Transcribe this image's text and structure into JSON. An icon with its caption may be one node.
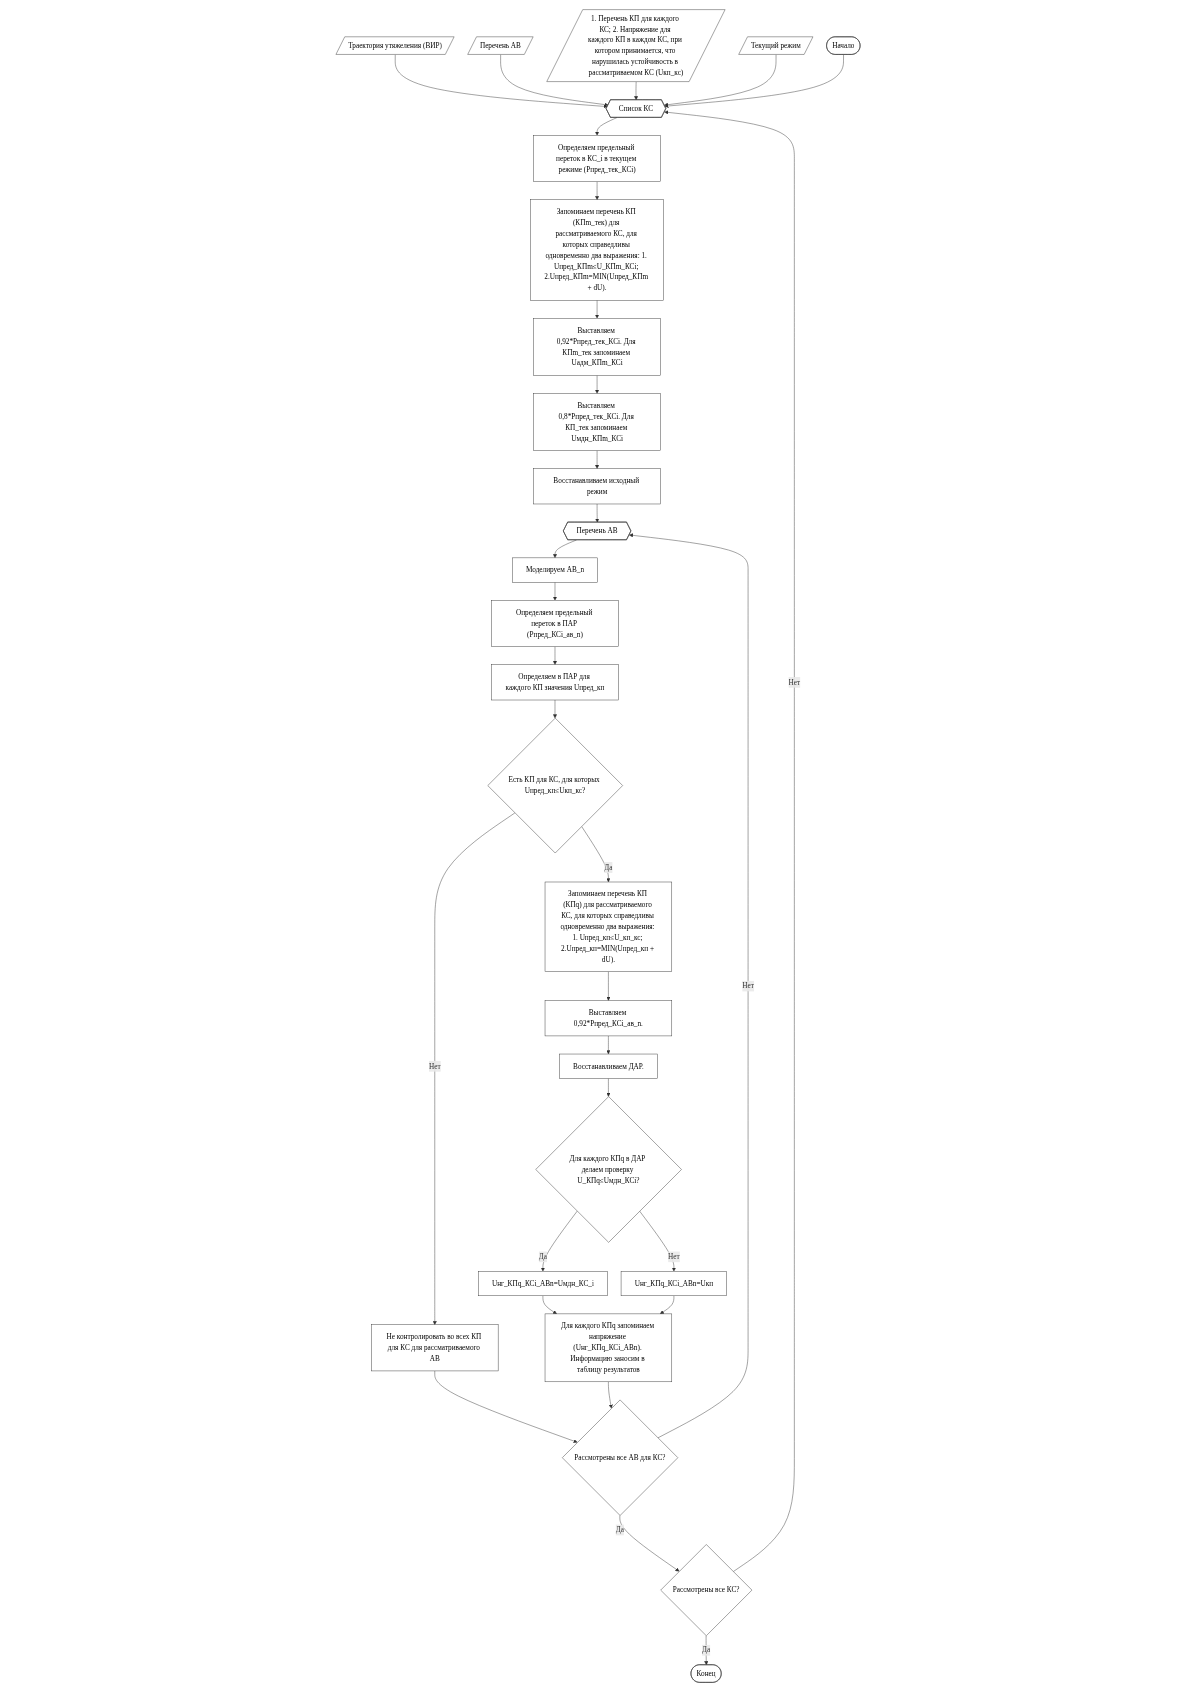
{
  "diagram": {
    "nodes": [
      {
        "text": [
          "Траектория утяжеления (ВИР)"
        ]
      },
      {
        "text": [
          "Перечень АВ"
        ]
      },
      {
        "text": [
          "1. Перечень КП для каждого КС; 2. Напряжение для каждого КП в каждом КС, при котором принимается, что нарушилась устойчивость в рассматриваемом КС (Uкп_кс)"
        ]
      },
      {
        "text": [
          "Текущий режим"
        ]
      },
      {
        "text": [
          "Начало"
        ]
      },
      {
        "text": [
          "Список КС"
        ]
      },
      {
        "text": [
          "Определяем предельный переток в КС_i в текущем режиме (Рпред_тек_КСi)"
        ]
      },
      {
        "text": [
          "Запоминаем перечень КП (КПm_тек) для рассматриваемого КС, для которых справедливы одновременно два выражения: 1. Uпред_КПm≤U_КПm_КСi; 2.Uпред_КПm=MIN(Uпред_КПm + dU)."
        ]
      },
      {
        "text": [
          "Выставляем 0,92*Рпред_тек_КСi. Для КПm_тек запоминаем Uадм_КПm_КСi"
        ]
      },
      {
        "text": [
          "Выставляем 0,8*Рпред_тек_КСi. Для КП_тек запоминаем Uмдн_КПm_КСi"
        ]
      },
      {
        "text": [
          "Восстанавливаем исходный режим"
        ]
      },
      {
        "text": [
          "Конец"
        ]
      },
      {
        "text": [
          "Рассмотрены все КС?"
        ]
      },
      {
        "text": [
          "Перечень АВ"
        ]
      },
      {
        "text": [
          "Моделируем АВ_n"
        ]
      },
      {
        "text": [
          "Определяем предельный переток в ПАР (Рпред_КСi_ав_n)"
        ]
      },
      {
        "text": [
          "Определяем в ПАР для каждого КП значения Uпред_кп"
        ]
      },
      {
        "text": [
          "Есть КП для КС, для которых Uпред_кп≤Uкп_кс?"
        ]
      },
      {
        "text": [
          "Не контролировать во всех КП для КС для рассматриваемого АВ"
        ]
      },
      {
        "text": [
          "Рассмотрены все АВ для КС?"
        ]
      },
      {
        "text": [
          "Запоминаем перечень КП (КПq) для рассматриваемого КС, для которых справедливы одновременно два выражения: 1. Uпред_кп≤U_кп_кс; 2.Uпред_кп=MIN(Uпред_кп + dU)."
        ]
      },
      {
        "text": [
          "Выставляем 0,92*Рпред_КСi_ав_n."
        ]
      },
      {
        "text": [
          "Восстанавливаем ДАР."
        ]
      },
      {
        "text": [
          "Для каждого КПq в ДАР делаем проверку U_КПq≤Uмдн_КСi?"
        ]
      },
      {
        "text": [
          "Uнг_КПq_КСi_АВn=Uмдн_КС_i"
        ]
      },
      {
        "text": [
          "Uнг_КПq_КСi_АВn=Uкп"
        ]
      },
      {
        "text": [
          "Для каждого КПq запоминаем напряжение (Uнг_КПq_КСi_АВn). Информацию заносим в таблицу результатов"
        ]
      }
    ],
    "edges": [
      {
        "from": 0,
        "to": 5,
        "arrow": "to"
      },
      {
        "from": 1,
        "to": 5,
        "arrow": "to"
      },
      {
        "from": 2,
        "to": 5,
        "arrow": "to"
      },
      {
        "from": 3,
        "to": 5,
        "arrow": "to"
      },
      {
        "from": 4,
        "to": 5,
        "arrow": "to"
      },
      {
        "from": 5,
        "to": 6,
        "arrow": "to"
      },
      {
        "from": 6,
        "to": 7,
        "arrow": "to"
      },
      {
        "from": 7,
        "to": 8,
        "arrow": "to"
      },
      {
        "from": 8,
        "to": 9,
        "arrow": "to"
      },
      {
        "from": 9,
        "to": 10,
        "arrow": "to"
      },
      {
        "from": 10,
        "to": 13,
        "arrow": "to"
      },
      {
        "from": 13,
        "to": 14,
        "arrow": "to"
      },
      {
        "from": 14,
        "to": 15,
        "arrow": "to"
      },
      {
        "from": 15,
        "to": 16,
        "arrow": "to"
      },
      {
        "from": 16,
        "to": 17,
        "arrow": "to"
      },
      {
        "from": 17,
        "to": 18,
        "arrow": "to",
        "label": "Нет"
      },
      {
        "from": 17,
        "to": 20,
        "arrow": "to",
        "label": "Да"
      },
      {
        "from": 18,
        "to": 19,
        "arrow": "to"
      },
      {
        "from": 19,
        "to": 13,
        "arrow": "to",
        "label": "Нет"
      },
      {
        "from": 19,
        "to": 12,
        "arrow": "to",
        "label": "Да"
      },
      {
        "from": 12,
        "to": 5,
        "arrow": "to",
        "label": "Нет"
      },
      {
        "from": 12,
        "to": 11,
        "arrow": "to",
        "label": "Да"
      },
      {
        "from": 20,
        "to": 21,
        "arrow": "to"
      },
      {
        "from": 21,
        "to": 22,
        "arrow": "to"
      },
      {
        "from": 22,
        "to": 23,
        "arrow": "to"
      },
      {
        "from": 23,
        "to": 24,
        "arrow": "to",
        "label": "Да"
      },
      {
        "from": 23,
        "to": 25,
        "arrow": "to",
        "label": "Нет"
      },
      {
        "from": 24,
        "to": 26,
        "arrow": "to"
      },
      {
        "from": 25,
        "to": 26,
        "arrow": "to"
      },
      {
        "from": 26,
        "to": 19,
        "arrow": "to"
      }
    ]
  }
}
